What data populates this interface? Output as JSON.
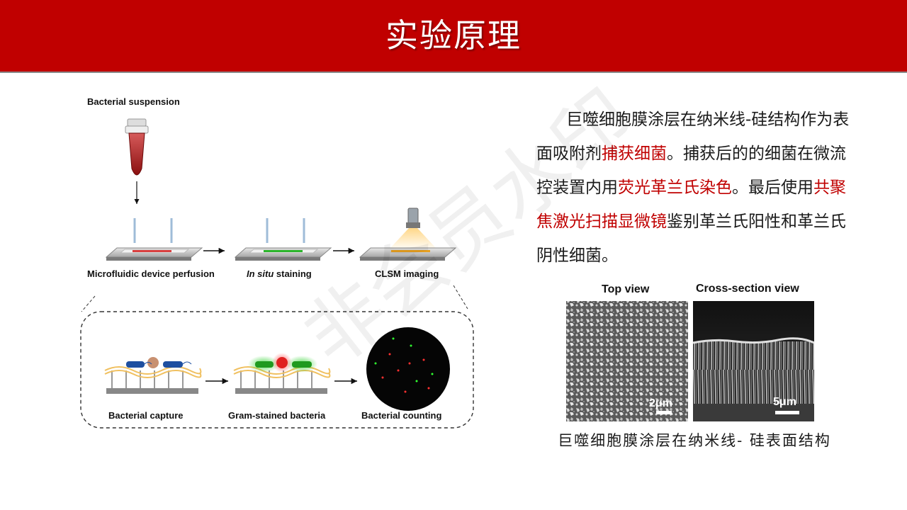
{
  "header": {
    "title": "实验原理"
  },
  "diagram": {
    "label_suspension": "Bacterial suspension",
    "label_perfusion": "Microfluidic device perfusion",
    "label_staining_italic": "In situ",
    "label_staining_rest": " staining",
    "label_imaging": "CLSM imaging",
    "label_capture": "Bacterial capture",
    "label_gram": "Gram-stained bacteria",
    "label_counting": "Bacterial counting"
  },
  "description": {
    "p1": "巨噬细胞膜涂层在纳米线-硅结构作为表面吸附剂",
    "h1": "捕获细菌",
    "p2": "。捕获后的的细菌在微流控装置内用",
    "h2": "荧光革兰氏染色",
    "p3": "。最后使用",
    "h3": "共聚焦激光扫描显微镜",
    "p4": "鉴别革兰氏阳性和革兰氏阴性细菌。"
  },
  "sem": {
    "top_view": "Top view",
    "cross_view": "Cross-section view",
    "scale_left": "2μm",
    "scale_right": "5μm"
  },
  "caption": "巨噬细胞膜涂层在纳米线- 硅表面结构",
  "watermark": "非会员水印",
  "colors": {
    "accent": "#c00000",
    "header_border": "#8a8a8a"
  }
}
